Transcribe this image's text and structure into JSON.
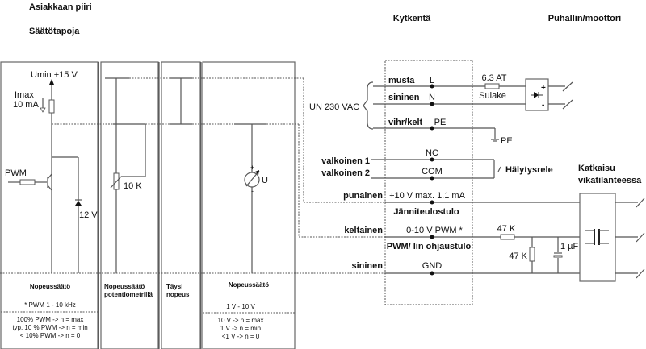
{
  "headers": {
    "customer_circuit": "Asiakkaan piiri",
    "control_methods": "Säätötapoja",
    "wiring": "Kytkentä",
    "fan_motor": "Puhallin/moottori"
  },
  "left_panels": {
    "pwm_panel": {
      "supply_label": "Umin +15 V",
      "current_label_1": "Imax",
      "current_label_2": "10 mA",
      "input_label": "PWM",
      "zener_label": "12 V",
      "title": "Nopeussäätö",
      "note": "* PWM 1 - 10 kHz",
      "lines": [
        "100% PWM -> n = max",
        "typ. 10 % PWM -> n = min",
        "< 10% PWM -> n = 0"
      ]
    },
    "pot_panel": {
      "resistor_label": "10 K",
      "title_1": "Nopeussäätö",
      "title_2": "potentiometrillä"
    },
    "full_panel": {
      "title_1": "Täysi",
      "title_2": "nopeus"
    },
    "voltage_panel": {
      "source_label": "U",
      "plus": "+",
      "minus": "-",
      "title": "Nopeussäätö",
      "range": "1 V - 10 V",
      "lines": [
        "10 V -> n = max",
        "1 V -> n = min",
        "<1 V -> n = 0"
      ]
    }
  },
  "supply": {
    "label": "UN 230 VAC"
  },
  "terminals": [
    {
      "wire": "musta",
      "terminal": "L"
    },
    {
      "wire": "sininen",
      "terminal": "N"
    },
    {
      "wire": "vihr/kelt",
      "terminal": "PE"
    },
    {
      "wire": "",
      "terminal": "NC"
    },
    {
      "wire": "valkoinen 1",
      "terminal": ""
    },
    {
      "wire": "valkoinen 2",
      "terminal": "COM"
    },
    {
      "wire": "punainen",
      "terminal": "+10 V max. 1.1 mA",
      "sub": "Jänniteulostulo"
    },
    {
      "wire": "keltainen",
      "terminal": "0-10 V  PWM *",
      "sub": "PWM/ lin ohjaustulo"
    },
    {
      "wire": "sininen",
      "terminal": "GND"
    }
  ],
  "right_side": {
    "fuse_rating": "6.3 AT",
    "fuse_label": "Sulake",
    "pe_label": "PE",
    "relay_label": "Hälytysrele",
    "resistor_series": "47 K",
    "resistor_shunt": "47 K",
    "capacitor": "1 µF",
    "cutoff_1": "Katkaisu",
    "cutoff_2": "vikatilanteessa",
    "rectifier_plus": "+",
    "rectifier_minus": "-"
  }
}
